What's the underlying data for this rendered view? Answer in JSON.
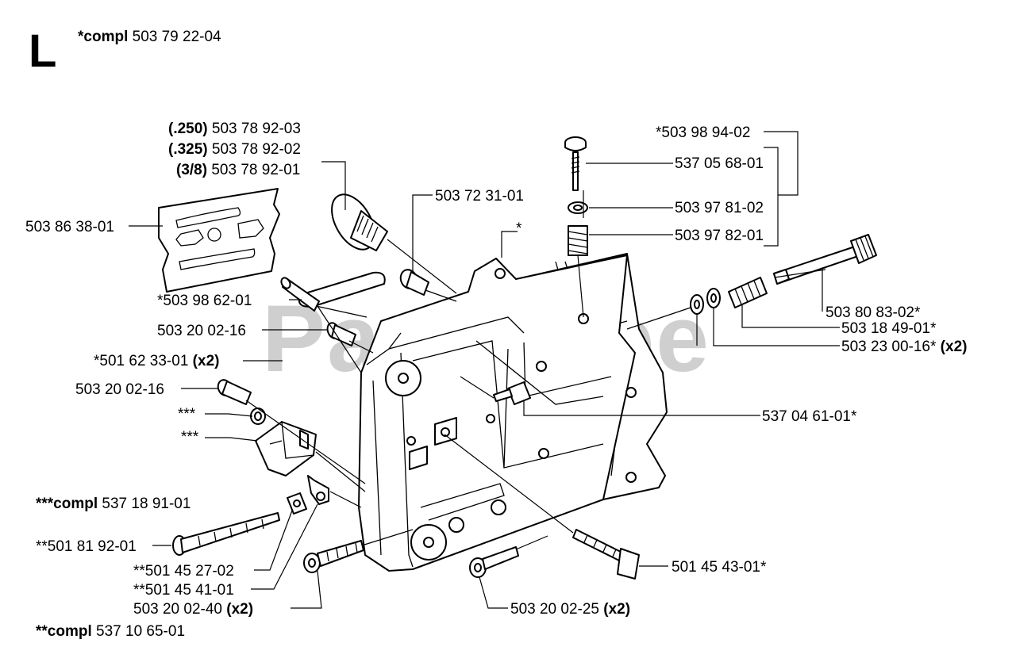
{
  "section_letter": "L",
  "header": {
    "prefix": "*compl",
    "number": "503 79 22-04"
  },
  "watermark": "PartsTree",
  "labels": {
    "bar_250": {
      "bold": "(.250)",
      "text": "503 78 92-03"
    },
    "bar_325": {
      "bold": "(.325)",
      "text": "503 78 92-02"
    },
    "bar_38": {
      "bold": "(3/8)",
      "text": "503 78 92-01"
    },
    "plate": {
      "text": "503 86 38-01"
    },
    "pin": {
      "text": "503 72 31-01"
    },
    "star": {
      "text": "*"
    },
    "s989402": {
      "text": "*503 98 94-02"
    },
    "s537056801": {
      "text": "537 05 68-01"
    },
    "s503978102": {
      "text": "503 97 81-02"
    },
    "s503978201": {
      "text": "503 97 82-01"
    },
    "strip": {
      "text": "*503 98 62-01"
    },
    "screw_top": {
      "text": "503 20 02-16"
    },
    "sleeve": {
      "bold": "(x2)",
      "text": "*501 62 33-01"
    },
    "screw_mid": {
      "text": "503 20 02-16"
    },
    "s3a": {
      "text": "***"
    },
    "s3b": {
      "text": "***"
    },
    "compl3": {
      "bold": "***compl",
      "text": "537 18 91-01"
    },
    "long_screw": {
      "text": "**501 81 92-01"
    },
    "s4527": {
      "text": "**501 45 27-02"
    },
    "s4541": {
      "text": "**501 45 41-01"
    },
    "screw40": {
      "bold": "(x2)",
      "text": "503 20 02-40"
    },
    "compl2": {
      "bold": "**compl",
      "text": "537 10 65-01"
    },
    "screw25": {
      "bold": "(x2)",
      "text": "503 20 02-25"
    },
    "bolt": {
      "text": "501 45 43-01*"
    },
    "nut": {
      "text": "537 04 61-01*"
    },
    "shaft": {
      "text": "503 80 83-02*"
    },
    "spring": {
      "text": "503 18 49-01*"
    },
    "washer": {
      "bold": "(x2)",
      "text": "503 23 00-16*"
    }
  }
}
